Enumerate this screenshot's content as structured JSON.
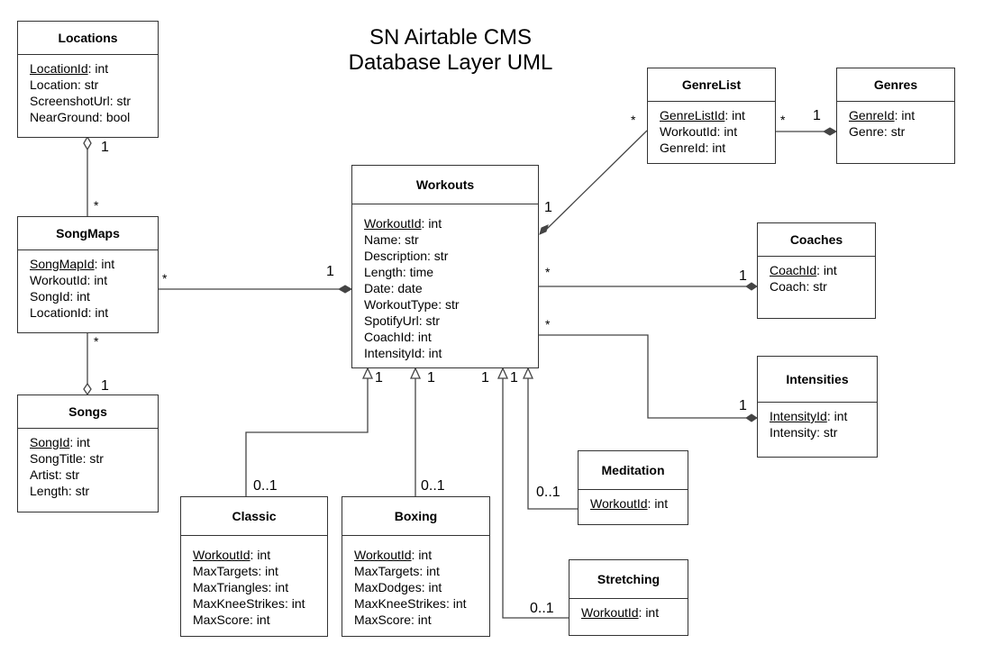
{
  "title": {
    "line1": "SN Airtable CMS",
    "line2": "Database Layer UML"
  },
  "classes": {
    "locations": {
      "name": "Locations",
      "attrs": [
        {
          "key": "LocationId",
          "type": ": int",
          "pk": true
        },
        {
          "key": "Location",
          "type": ": str"
        },
        {
          "key": "ScreenshotUrl",
          "type": ": str"
        },
        {
          "key": "NearGround",
          "type": ": bool"
        }
      ]
    },
    "songmaps": {
      "name": "SongMaps",
      "attrs": [
        {
          "key": "SongMapId",
          "type": ": int",
          "pk": true
        },
        {
          "key": "WorkoutId",
          "type": ": int"
        },
        {
          "key": "SongId",
          "type": ": int"
        },
        {
          "key": "LocationId",
          "type": ": int"
        }
      ]
    },
    "songs": {
      "name": "Songs",
      "attrs": [
        {
          "key": "SongId",
          "type": ": int",
          "pk": true
        },
        {
          "key": "SongTitle",
          "type": ": str"
        },
        {
          "key": "Artist",
          "type": ": str"
        },
        {
          "key": "Length",
          "type": ": str"
        }
      ]
    },
    "workouts": {
      "name": "Workouts",
      "attrs": [
        {
          "key": "WorkoutId",
          "type": ": int",
          "pk": true
        },
        {
          "key": "Name",
          "type": ": str"
        },
        {
          "key": "Description",
          "type": ": str"
        },
        {
          "key": "Length",
          "type": ": time"
        },
        {
          "key": "Date",
          "type": ": date"
        },
        {
          "key": "WorkoutType",
          "type": ": str"
        },
        {
          "key": "SpotifyUrl",
          "type": ": str"
        },
        {
          "key": "CoachId",
          "type": ": int"
        },
        {
          "key": "IntensityId",
          "type": ": int"
        }
      ]
    },
    "genrelist": {
      "name": "GenreList",
      "attrs": [
        {
          "key": "GenreListId",
          "type": ": int",
          "pk": true
        },
        {
          "key": "WorkoutId",
          "type": ": int"
        },
        {
          "key": "GenreId",
          "type": ": int"
        }
      ]
    },
    "genres": {
      "name": "Genres",
      "attrs": [
        {
          "key": "GenreId",
          "type": ": int",
          "pk": true
        },
        {
          "key": "Genre",
          "type": ": str"
        }
      ]
    },
    "coaches": {
      "name": "Coaches",
      "attrs": [
        {
          "key": "CoachId",
          "type": ": int",
          "pk": true
        },
        {
          "key": "Coach",
          "type": ": str"
        }
      ]
    },
    "intensities": {
      "name": "Intensities",
      "attrs": [
        {
          "key": "IntensityId",
          "type": ": int",
          "pk": true
        },
        {
          "key": "Intensity",
          "type": ": str"
        }
      ]
    },
    "classic": {
      "name": "Classic",
      "attrs": [
        {
          "key": "WorkoutId",
          "type": ": int",
          "pk": true
        },
        {
          "key": "MaxTargets",
          "type": ": int"
        },
        {
          "key": "MaxTriangles",
          "type": ": int"
        },
        {
          "key": "MaxKneeStrikes",
          "type": ": int"
        },
        {
          "key": "MaxScore",
          "type": ": int"
        }
      ]
    },
    "boxing": {
      "name": "Boxing",
      "attrs": [
        {
          "key": "WorkoutId",
          "type": ": int",
          "pk": true
        },
        {
          "key": "MaxTargets",
          "type": ": int"
        },
        {
          "key": "MaxDodges",
          "type": ": int"
        },
        {
          "key": "MaxKneeStrikes",
          "type": ": int"
        },
        {
          "key": "MaxScore",
          "type": ": int"
        }
      ]
    },
    "meditation": {
      "name": "Meditation",
      "attrs": [
        {
          "key": "WorkoutId",
          "type": ": int",
          "pk": true
        }
      ]
    },
    "stretching": {
      "name": "Stretching",
      "attrs": [
        {
          "key": "WorkoutId",
          "type": ": int",
          "pk": true
        }
      ]
    }
  },
  "multiplicities": {
    "one": "1",
    "many": "*",
    "zero_or_one": "0..1"
  }
}
